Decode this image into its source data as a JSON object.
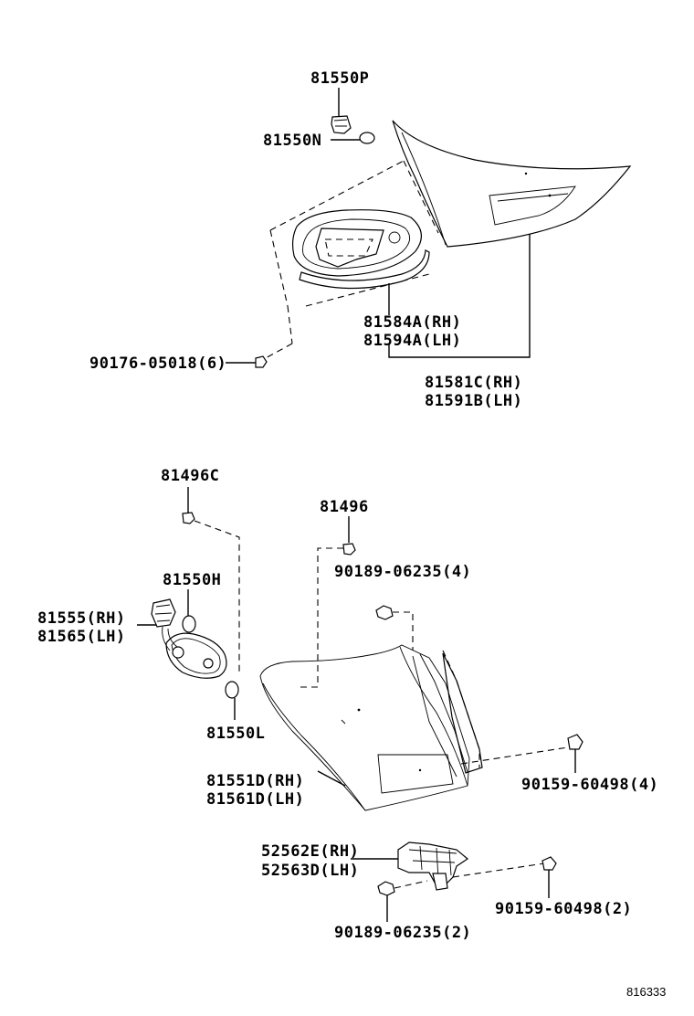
{
  "labels": {
    "p81550P": "81550P",
    "p81550N": "81550N",
    "p81584A": "81584A(RH)",
    "p81594A": "81594A(LH)",
    "p90176": "90176-05018(6)",
    "p81581C": "81581C(RH)",
    "p81591B": "81591B(LH)",
    "p81496C": "81496C",
    "p81496": "81496",
    "p90189a": "90189-06235(4)",
    "p81550H": "81550H",
    "p81555": "81555(RH)",
    "p81565": "81565(LH)",
    "p81550L": "81550L",
    "p81551D": "81551D(RH)",
    "p81561D": "81561D(LH)",
    "p90159a": "90159-60498(4)",
    "p52562E": "52562E(RH)",
    "p52563D": "52563D(LH)",
    "p90159b": "90159-60498(2)",
    "p90189b": "90189-06235(2)"
  },
  "diagram_code": "816333"
}
